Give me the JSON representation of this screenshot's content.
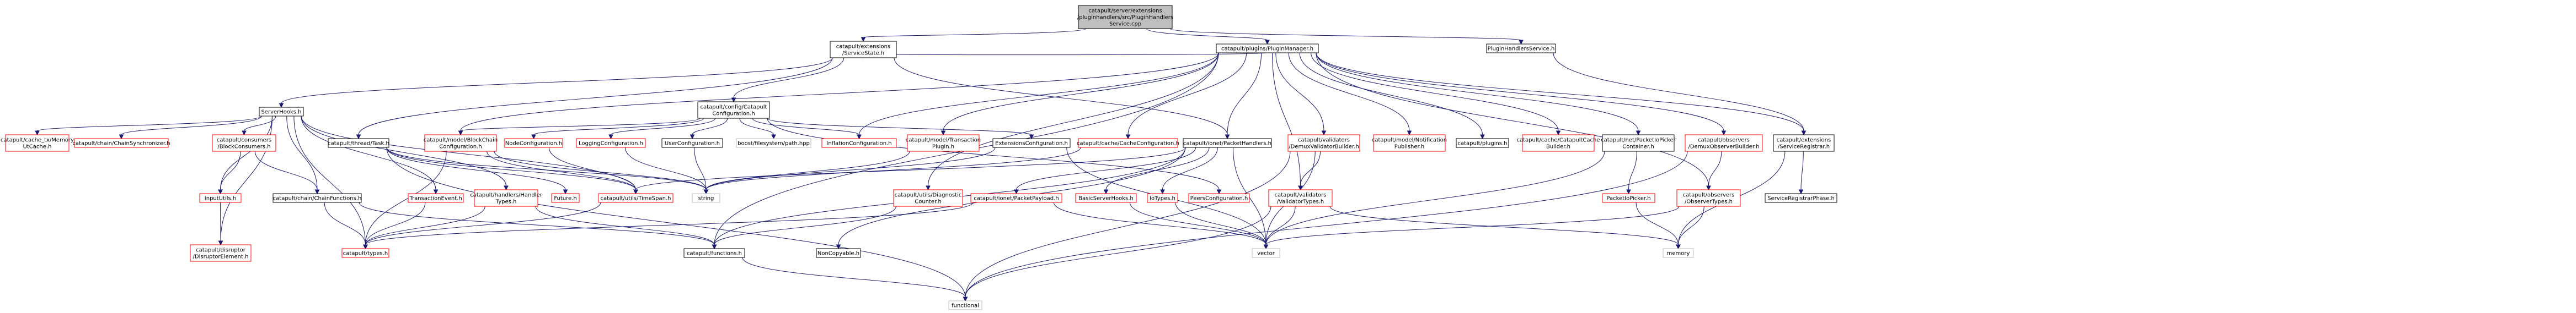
{
  "colors": {
    "edge": "#191970",
    "node_fill": "#ffffff",
    "root_fill": "#bfbfbf",
    "documented_border": "#000000",
    "undocumented_border": "#ff0000",
    "external_border": "#bfbfbf"
  },
  "nodes": [
    {
      "id": "root",
      "lines": [
        "catapult/server/extensions",
        "/pluginhandlers/src/PluginHandlers",
        "Service.cpp"
      ],
      "kind": "root"
    },
    {
      "id": "serviceState",
      "lines": [
        "catapult/extensions",
        "/ServiceState.h"
      ],
      "kind": "black"
    },
    {
      "id": "pluginManager",
      "lines": [
        "catapult/plugins/PluginManager.h"
      ],
      "kind": "black"
    },
    {
      "id": "pluginHandlersService",
      "lines": [
        "PluginHandlersService.h"
      ],
      "kind": "black"
    },
    {
      "id": "serverHooks",
      "lines": [
        "ServerHooks.h"
      ],
      "kind": "black"
    },
    {
      "id": "catapultConfiguration",
      "lines": [
        "catapult/config/Catapult",
        "Configuration.h"
      ],
      "kind": "black"
    },
    {
      "id": "cacheMemoryUtCache",
      "lines": [
        "catapult/cache_tx/Memory",
        "UtCache.h"
      ],
      "kind": "red"
    },
    {
      "id": "chainSynchronizer",
      "lines": [
        "catapult/chain/ChainSynchronizer.h"
      ],
      "kind": "red"
    },
    {
      "id": "blockConsumers",
      "lines": [
        "catapult/consumers",
        "/BlockConsumers.h"
      ],
      "kind": "red"
    },
    {
      "id": "threadTask",
      "lines": [
        "catapult/thread/Task.h"
      ],
      "kind": "black"
    },
    {
      "id": "blockChainConfiguration",
      "lines": [
        "catapult/model/BlockChain",
        "Configuration.h"
      ],
      "kind": "red"
    },
    {
      "id": "nodeConfiguration",
      "lines": [
        "NodeConfiguration.h"
      ],
      "kind": "red"
    },
    {
      "id": "loggingConfiguration",
      "lines": [
        "LoggingConfiguration.h"
      ],
      "kind": "red"
    },
    {
      "id": "userConfiguration",
      "lines": [
        "UserConfiguration.h"
      ],
      "kind": "black"
    },
    {
      "id": "boostFilesystem",
      "lines": [
        "boost/filesystem/path.hpp"
      ],
      "kind": "grey"
    },
    {
      "id": "inflationConfiguration",
      "lines": [
        "InflationConfiguration.h"
      ],
      "kind": "red"
    },
    {
      "id": "transactionPlugin",
      "lines": [
        "catapult/model/Transaction",
        "Plugin.h"
      ],
      "kind": "red"
    },
    {
      "id": "extensionsConfiguration",
      "lines": [
        "ExtensionsConfiguration.h"
      ],
      "kind": "black"
    },
    {
      "id": "cacheConfiguration",
      "lines": [
        "catapult/cache/CacheConfiguration.h"
      ],
      "kind": "red"
    },
    {
      "id": "packetHandlers",
      "lines": [
        "catapult/ionet/PacketHandlers.h"
      ],
      "kind": "black"
    },
    {
      "id": "demuxValidatorBuilder",
      "lines": [
        "catapult/validators",
        "/DemuxValidatorBuilder.h"
      ],
      "kind": "red"
    },
    {
      "id": "notificationPublisher",
      "lines": [
        "catapult/model/Notification",
        "Publisher.h"
      ],
      "kind": "red"
    },
    {
      "id": "pluginsH",
      "lines": [
        "catapult/plugins.h"
      ],
      "kind": "black"
    },
    {
      "id": "catapultCacheBuilder",
      "lines": [
        "catapult/cache/CatapultCache",
        "Builder.h"
      ],
      "kind": "red"
    },
    {
      "id": "packetIoPickerContainer",
      "lines": [
        "catapult/net/PacketIoPicker",
        "Container.h"
      ],
      "kind": "black"
    },
    {
      "id": "demuxObserverBuilder",
      "lines": [
        "catapult/observers",
        "/DemuxObserverBuilder.h"
      ],
      "kind": "red"
    },
    {
      "id": "serviceRegistrar",
      "lines": [
        "catapult/extensions",
        "/ServiceRegistrar.h"
      ],
      "kind": "black"
    },
    {
      "id": "inputUtils",
      "lines": [
        "InputUtils.h"
      ],
      "kind": "red"
    },
    {
      "id": "chainFunctions",
      "lines": [
        "catapult/chain/ChainFunctions.h"
      ],
      "kind": "black"
    },
    {
      "id": "transactionEvent",
      "lines": [
        "TransactionEvent.h"
      ],
      "kind": "red"
    },
    {
      "id": "handlerTypes",
      "lines": [
        "catapult/handlers/Handler",
        "Types.h"
      ],
      "kind": "red"
    },
    {
      "id": "future",
      "lines": [
        "Future.h"
      ],
      "kind": "red"
    },
    {
      "id": "timeSpan",
      "lines": [
        "catapult/utils/TimeSpan.h"
      ],
      "kind": "red"
    },
    {
      "id": "string",
      "lines": [
        "string"
      ],
      "kind": "grey"
    },
    {
      "id": "diagnosticCounter",
      "lines": [
        "catapult/utils/Diagnostic",
        "Counter.h"
      ],
      "kind": "red"
    },
    {
      "id": "packetPayload",
      "lines": [
        "catapult/ionet/PacketPayload.h"
      ],
      "kind": "red"
    },
    {
      "id": "basicServerHooks",
      "lines": [
        "BasicServerHooks.h"
      ],
      "kind": "red"
    },
    {
      "id": "ioTypes",
      "lines": [
        "IoTypes.h"
      ],
      "kind": "red"
    },
    {
      "id": "peersConfiguration",
      "lines": [
        "PeersConfiguration.h"
      ],
      "kind": "red"
    },
    {
      "id": "validatorTypes",
      "lines": [
        "catapult/validators",
        "/ValidatorTypes.h"
      ],
      "kind": "red"
    },
    {
      "id": "packetIoPicker",
      "lines": [
        "PacketIoPicker.h"
      ],
      "kind": "red"
    },
    {
      "id": "observerTypes",
      "lines": [
        "catapult/observers",
        "/ObserverTypes.h"
      ],
      "kind": "red"
    },
    {
      "id": "serviceRegistrarPhase",
      "lines": [
        "ServiceRegistrarPhase.h"
      ],
      "kind": "black"
    },
    {
      "id": "disruptorElement",
      "lines": [
        "catapult/disruptor",
        "/DisruptorElement.h"
      ],
      "kind": "red"
    },
    {
      "id": "typesH",
      "lines": [
        "catapult/types.h"
      ],
      "kind": "red"
    },
    {
      "id": "functionsH",
      "lines": [
        "catapult/functions.h"
      ],
      "kind": "black"
    },
    {
      "id": "nonCopyable",
      "lines": [
        "NonCopyable.h"
      ],
      "kind": "black"
    },
    {
      "id": "vector",
      "lines": [
        "vector"
      ],
      "kind": "grey"
    },
    {
      "id": "memory",
      "lines": [
        "memory"
      ],
      "kind": "grey"
    },
    {
      "id": "functional",
      "lines": [
        "functional"
      ],
      "kind": "grey"
    }
  ],
  "edges": [
    [
      "root",
      "serviceState"
    ],
    [
      "root",
      "pluginManager"
    ],
    [
      "root",
      "pluginHandlersService"
    ],
    [
      "pluginHandlersService",
      "serviceRegistrar"
    ],
    [
      "pluginManager",
      "serviceState"
    ],
    [
      "serviceState",
      "serverHooks"
    ],
    [
      "serviceState",
      "catapultConfiguration"
    ],
    [
      "serviceState",
      "threadTask"
    ],
    [
      "serviceState",
      "packetHandlers"
    ],
    [
      "serverHooks",
      "cacheMemoryUtCache"
    ],
    [
      "serverHooks",
      "chainSynchronizer"
    ],
    [
      "serverHooks",
      "blockConsumers"
    ],
    [
      "serverHooks",
      "chainFunctions"
    ],
    [
      "serverHooks",
      "transactionEvent"
    ],
    [
      "serverHooks",
      "handlerTypes"
    ],
    [
      "serverHooks",
      "timeSpan"
    ],
    [
      "serverHooks",
      "typesH"
    ],
    [
      "serverHooks",
      "disruptorElement"
    ],
    [
      "serverHooks",
      "inputUtils"
    ],
    [
      "blockConsumers",
      "inputUtils"
    ],
    [
      "blockConsumers",
      "chainFunctions"
    ],
    [
      "inputUtils",
      "disruptorElement"
    ],
    [
      "threadTask",
      "future"
    ],
    [
      "threadTask",
      "timeSpan"
    ],
    [
      "threadTask",
      "string"
    ],
    [
      "threadTask",
      "functional"
    ],
    [
      "catapultConfiguration",
      "blockChainConfiguration"
    ],
    [
      "catapultConfiguration",
      "nodeConfiguration"
    ],
    [
      "catapultConfiguration",
      "loggingConfiguration"
    ],
    [
      "catapultConfiguration",
      "userConfiguration"
    ],
    [
      "catapultConfiguration",
      "boostFilesystem"
    ],
    [
      "catapultConfiguration",
      "inflationConfiguration"
    ],
    [
      "catapultConfiguration",
      "extensionsConfiguration"
    ],
    [
      "catapultConfiguration",
      "peersConfiguration"
    ],
    [
      "blockChainConfiguration",
      "timeSpan"
    ],
    [
      "blockChainConfiguration",
      "string"
    ],
    [
      "blockChainConfiguration",
      "typesH"
    ],
    [
      "nodeConfiguration",
      "timeSpan"
    ],
    [
      "loggingConfiguration",
      "string"
    ],
    [
      "userConfiguration",
      "string"
    ],
    [
      "extensionsConfiguration",
      "string"
    ],
    [
      "extensionsConfiguration",
      "vector"
    ],
    [
      "pluginManager",
      "inflationConfiguration"
    ],
    [
      "pluginManager",
      "transactionPlugin"
    ],
    [
      "pluginManager",
      "cacheConfiguration"
    ],
    [
      "pluginManager",
      "packetHandlers"
    ],
    [
      "pluginManager",
      "demuxValidatorBuilder"
    ],
    [
      "pluginManager",
      "notificationPublisher"
    ],
    [
      "pluginManager",
      "pluginsH"
    ],
    [
      "pluginManager",
      "catapultCacheBuilder"
    ],
    [
      "pluginManager",
      "packetIoPickerContainer"
    ],
    [
      "pluginManager",
      "demuxObserverBuilder"
    ],
    [
      "pluginManager",
      "serviceRegistrar"
    ],
    [
      "pluginManager",
      "blockChainConfiguration"
    ],
    [
      "pluginManager",
      "validatorTypes"
    ],
    [
      "pluginManager",
      "diagnosticCounter"
    ],
    [
      "pluginManager",
      "observerTypes"
    ],
    [
      "pluginManager",
      "functionsH"
    ],
    [
      "transactionPlugin",
      "string"
    ],
    [
      "cacheConfiguration",
      "string"
    ],
    [
      "packetHandlers",
      "packetPayload"
    ],
    [
      "packetHandlers",
      "basicServerHooks"
    ],
    [
      "packetHandlers",
      "ioTypes"
    ],
    [
      "packetHandlers",
      "timeSpan"
    ],
    [
      "packetHandlers",
      "nonCopyable"
    ],
    [
      "packetHandlers",
      "vector"
    ],
    [
      "packetHandlers",
      "functionsH"
    ],
    [
      "packetPayload",
      "typesH"
    ],
    [
      "packetPayload",
      "vector"
    ],
    [
      "basicServerHooks",
      "vector"
    ],
    [
      "ioTypes",
      "vector"
    ],
    [
      "diagnosticCounter",
      "functionsH"
    ],
    [
      "demuxValidatorBuilder",
      "validatorTypes"
    ],
    [
      "demuxValidatorBuilder",
      "vector"
    ],
    [
      "demuxValidatorBuilder",
      "functional"
    ],
    [
      "validatorTypes",
      "vector"
    ],
    [
      "validatorTypes",
      "memory"
    ],
    [
      "validatorTypes",
      "functional"
    ],
    [
      "packetIoPickerContainer",
      "packetIoPicker"
    ],
    [
      "packetIoPickerContainer",
      "vector"
    ],
    [
      "packetIoPicker",
      "memory"
    ],
    [
      "demuxObserverBuilder",
      "observerTypes"
    ],
    [
      "demuxObserverBuilder",
      "functional"
    ],
    [
      "observerTypes",
      "vector"
    ],
    [
      "observerTypes",
      "memory"
    ],
    [
      "serviceRegistrar",
      "serviceRegistrarPhase"
    ],
    [
      "serviceRegistrar",
      "memory"
    ],
    [
      "chainFunctions",
      "functionsH"
    ],
    [
      "chainFunctions",
      "typesH"
    ],
    [
      "transactionEvent",
      "typesH"
    ],
    [
      "handlerTypes",
      "functionsH"
    ],
    [
      "handlerTypes",
      "typesH"
    ],
    [
      "timeSpan",
      "typesH"
    ],
    [
      "functionsH",
      "functional"
    ]
  ]
}
